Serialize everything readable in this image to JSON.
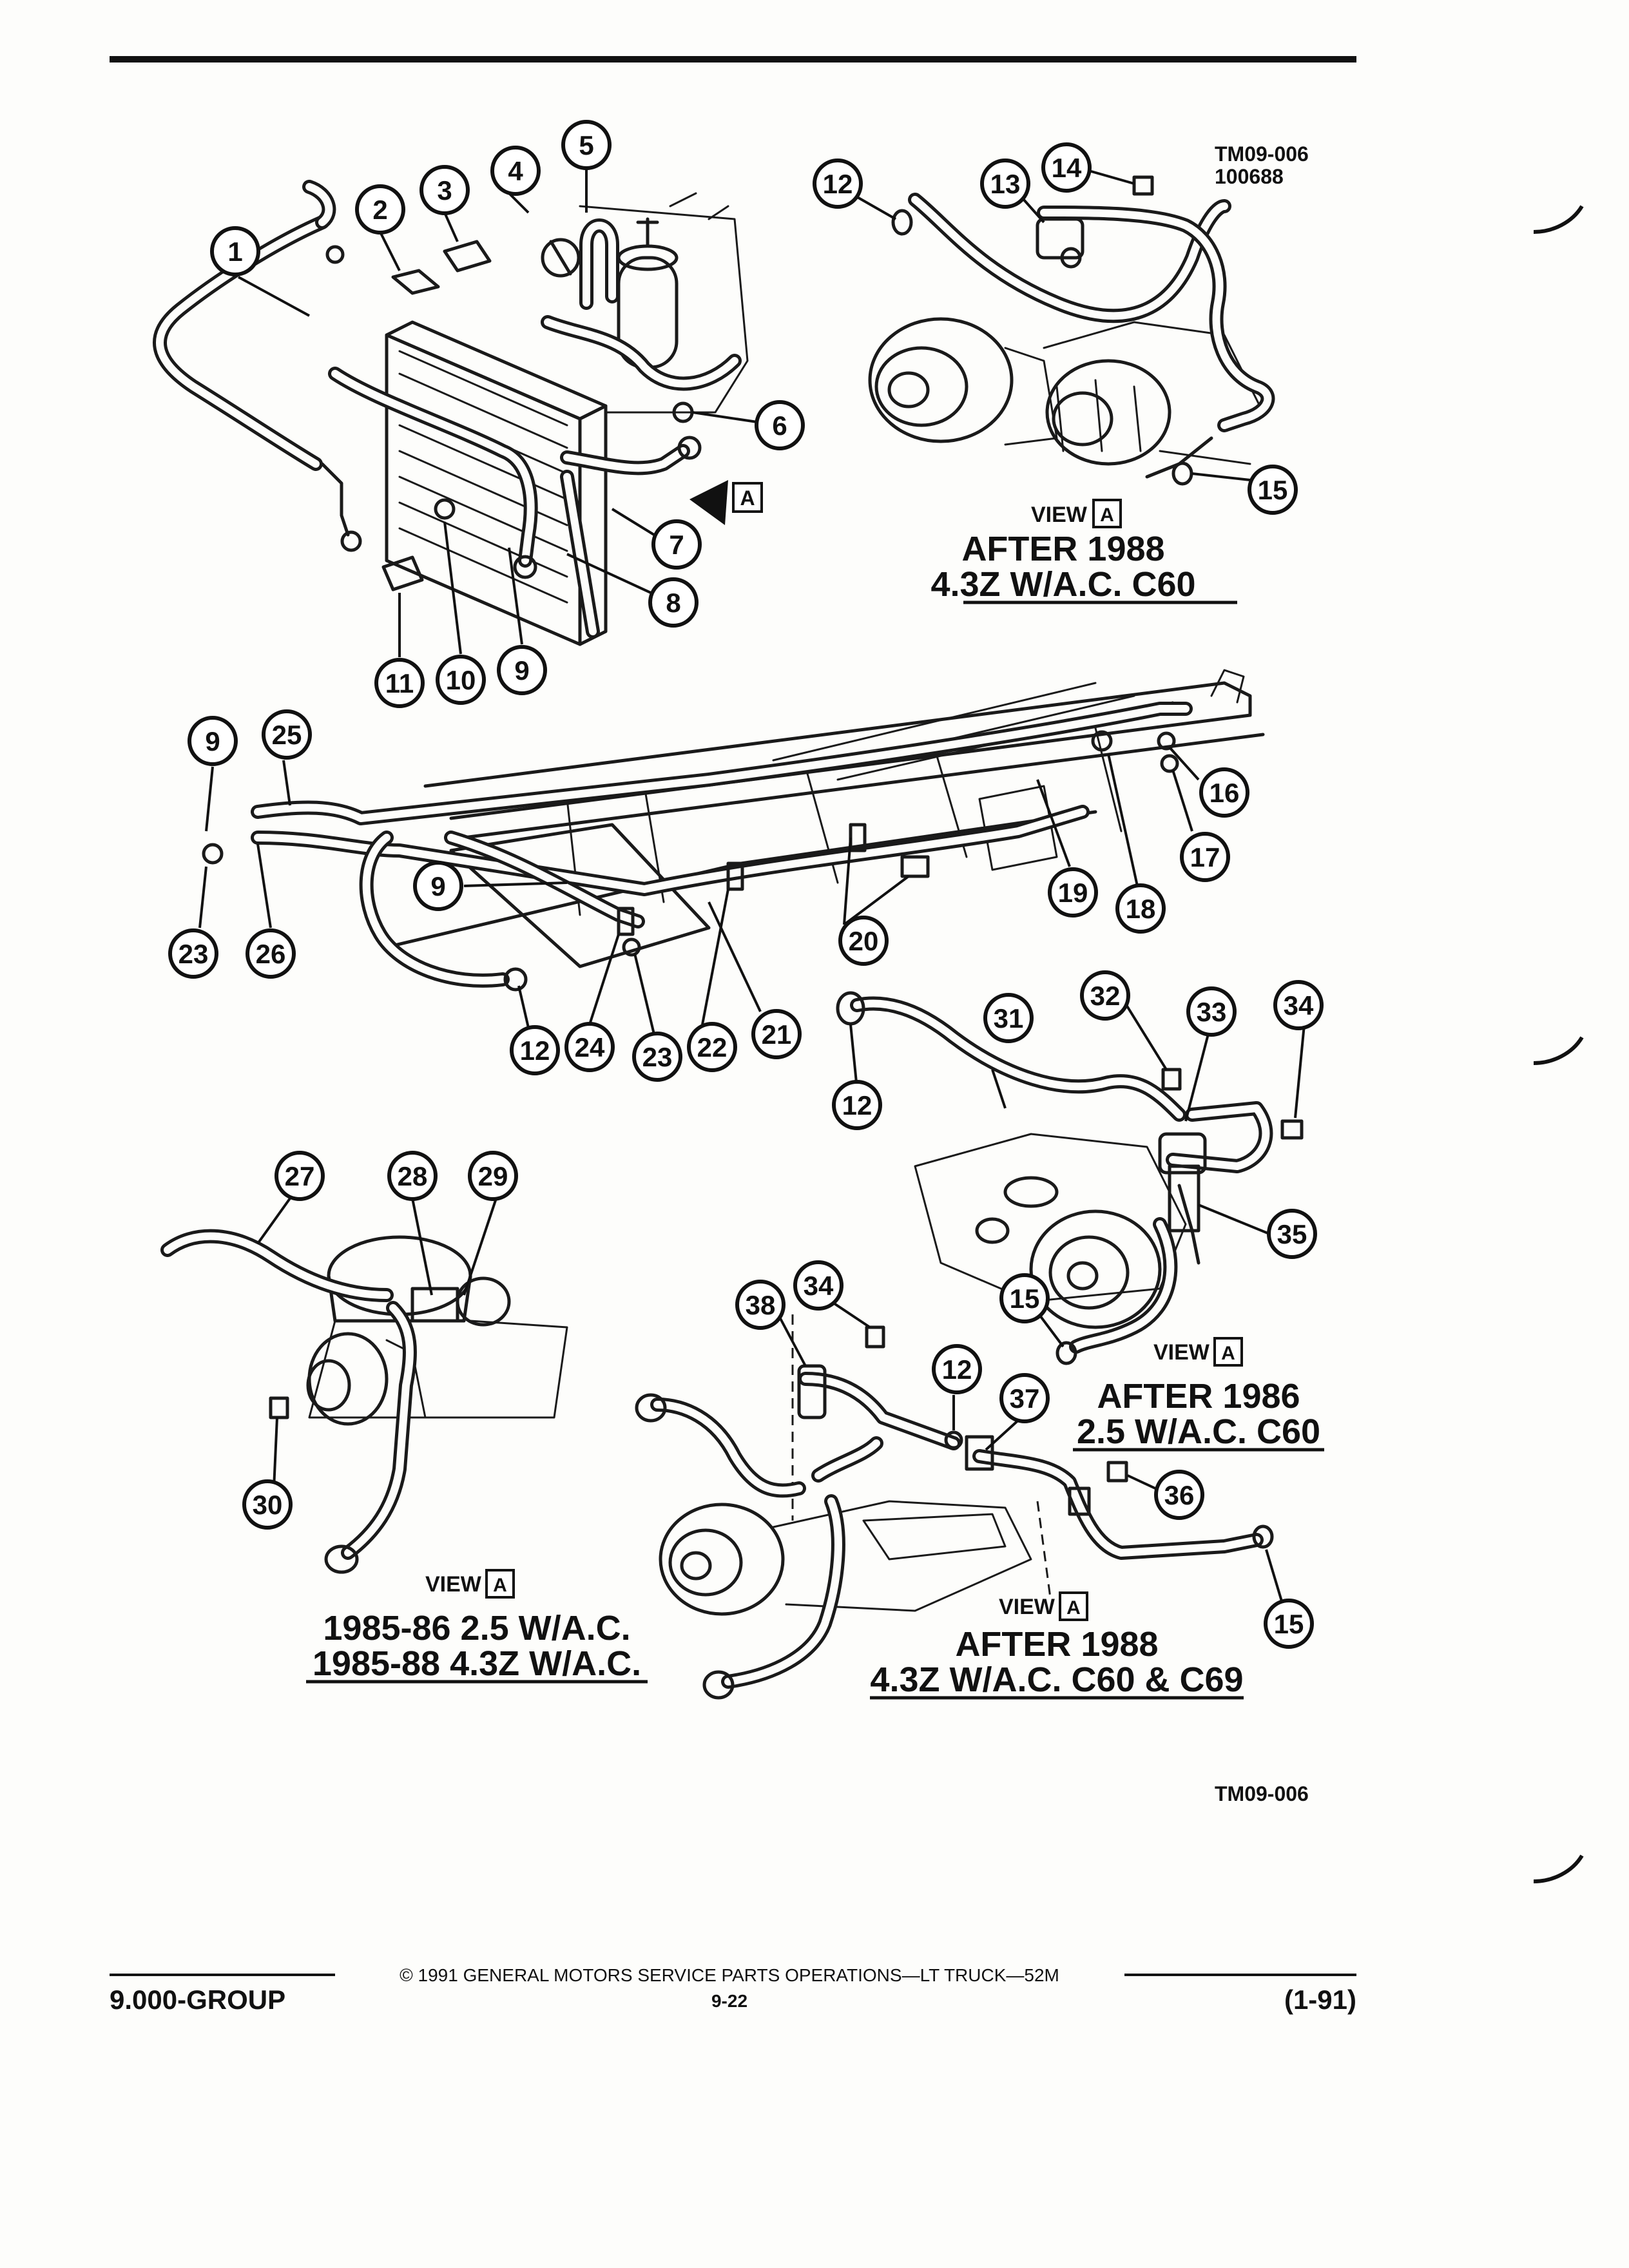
{
  "header": {
    "code": "TM09-006",
    "date_code": "100688"
  },
  "views": {
    "top_right": {
      "view_word": "VIEW",
      "view_letter": "A",
      "caption_line1": "AFTER 1988",
      "caption_line2": "4.3Z W/A.C. C60"
    },
    "middle_right": {
      "view_word": "VIEW",
      "view_letter": "A",
      "caption_line1": "AFTER 1986",
      "caption_line2": "2.5 W/A.C. C60"
    },
    "bottom_left": {
      "view_word": "VIEW",
      "view_letter": "A",
      "caption_line1": "1985-86 2.5 W/A.C.",
      "caption_line2": "1985-88 4.3Z W/A.C."
    },
    "bottom_right": {
      "view_word": "VIEW",
      "view_letter": "A",
      "caption_line1": "AFTER 1988",
      "caption_line2": "4.3Z W/A.C. C60 & C69"
    }
  },
  "direction_marker": {
    "letter": "A"
  },
  "figure_code": "TM09-006",
  "callouts": [
    {
      "id": "c1",
      "label": "1"
    },
    {
      "id": "c2",
      "label": "2"
    },
    {
      "id": "c3",
      "label": "3"
    },
    {
      "id": "c4",
      "label": "4"
    },
    {
      "id": "c5",
      "label": "5"
    },
    {
      "id": "c6",
      "label": "6"
    },
    {
      "id": "c7",
      "label": "7"
    },
    {
      "id": "c8",
      "label": "8"
    },
    {
      "id": "c9a",
      "label": "9"
    },
    {
      "id": "c10",
      "label": "10"
    },
    {
      "id": "c11",
      "label": "11"
    },
    {
      "id": "c12a",
      "label": "12"
    },
    {
      "id": "c13",
      "label": "13"
    },
    {
      "id": "c14",
      "label": "14"
    },
    {
      "id": "c15a",
      "label": "15"
    },
    {
      "id": "c9b",
      "label": "9"
    },
    {
      "id": "c25",
      "label": "25"
    },
    {
      "id": "c9c",
      "label": "9"
    },
    {
      "id": "c23a",
      "label": "23"
    },
    {
      "id": "c26",
      "label": "26"
    },
    {
      "id": "c12b",
      "label": "12"
    },
    {
      "id": "c24",
      "label": "24"
    },
    {
      "id": "c23b",
      "label": "23"
    },
    {
      "id": "c22",
      "label": "22"
    },
    {
      "id": "c21",
      "label": "21"
    },
    {
      "id": "c20",
      "label": "20"
    },
    {
      "id": "c19",
      "label": "19"
    },
    {
      "id": "c18",
      "label": "18"
    },
    {
      "id": "c17",
      "label": "17"
    },
    {
      "id": "c16",
      "label": "16"
    },
    {
      "id": "c31",
      "label": "31"
    },
    {
      "id": "c32",
      "label": "32"
    },
    {
      "id": "c33",
      "label": "33"
    },
    {
      "id": "c34a",
      "label": "34"
    },
    {
      "id": "c12c",
      "label": "12"
    },
    {
      "id": "c35",
      "label": "35"
    },
    {
      "id": "c15b",
      "label": "15"
    },
    {
      "id": "c27",
      "label": "27"
    },
    {
      "id": "c28",
      "label": "28"
    },
    {
      "id": "c29",
      "label": "29"
    },
    {
      "id": "c30",
      "label": "30"
    },
    {
      "id": "c38",
      "label": "38"
    },
    {
      "id": "c34b",
      "label": "34"
    },
    {
      "id": "c12d",
      "label": "12"
    },
    {
      "id": "c37",
      "label": "37"
    },
    {
      "id": "c36",
      "label": "36"
    },
    {
      "id": "c15c",
      "label": "15"
    }
  ],
  "footer": {
    "copyright": "© 1991  GENERAL MOTORS SERVICE PARTS OPERATIONS—LT TRUCK—52M",
    "group": "9.000-GROUP",
    "page": "9-22",
    "revision": "(1-91)"
  }
}
